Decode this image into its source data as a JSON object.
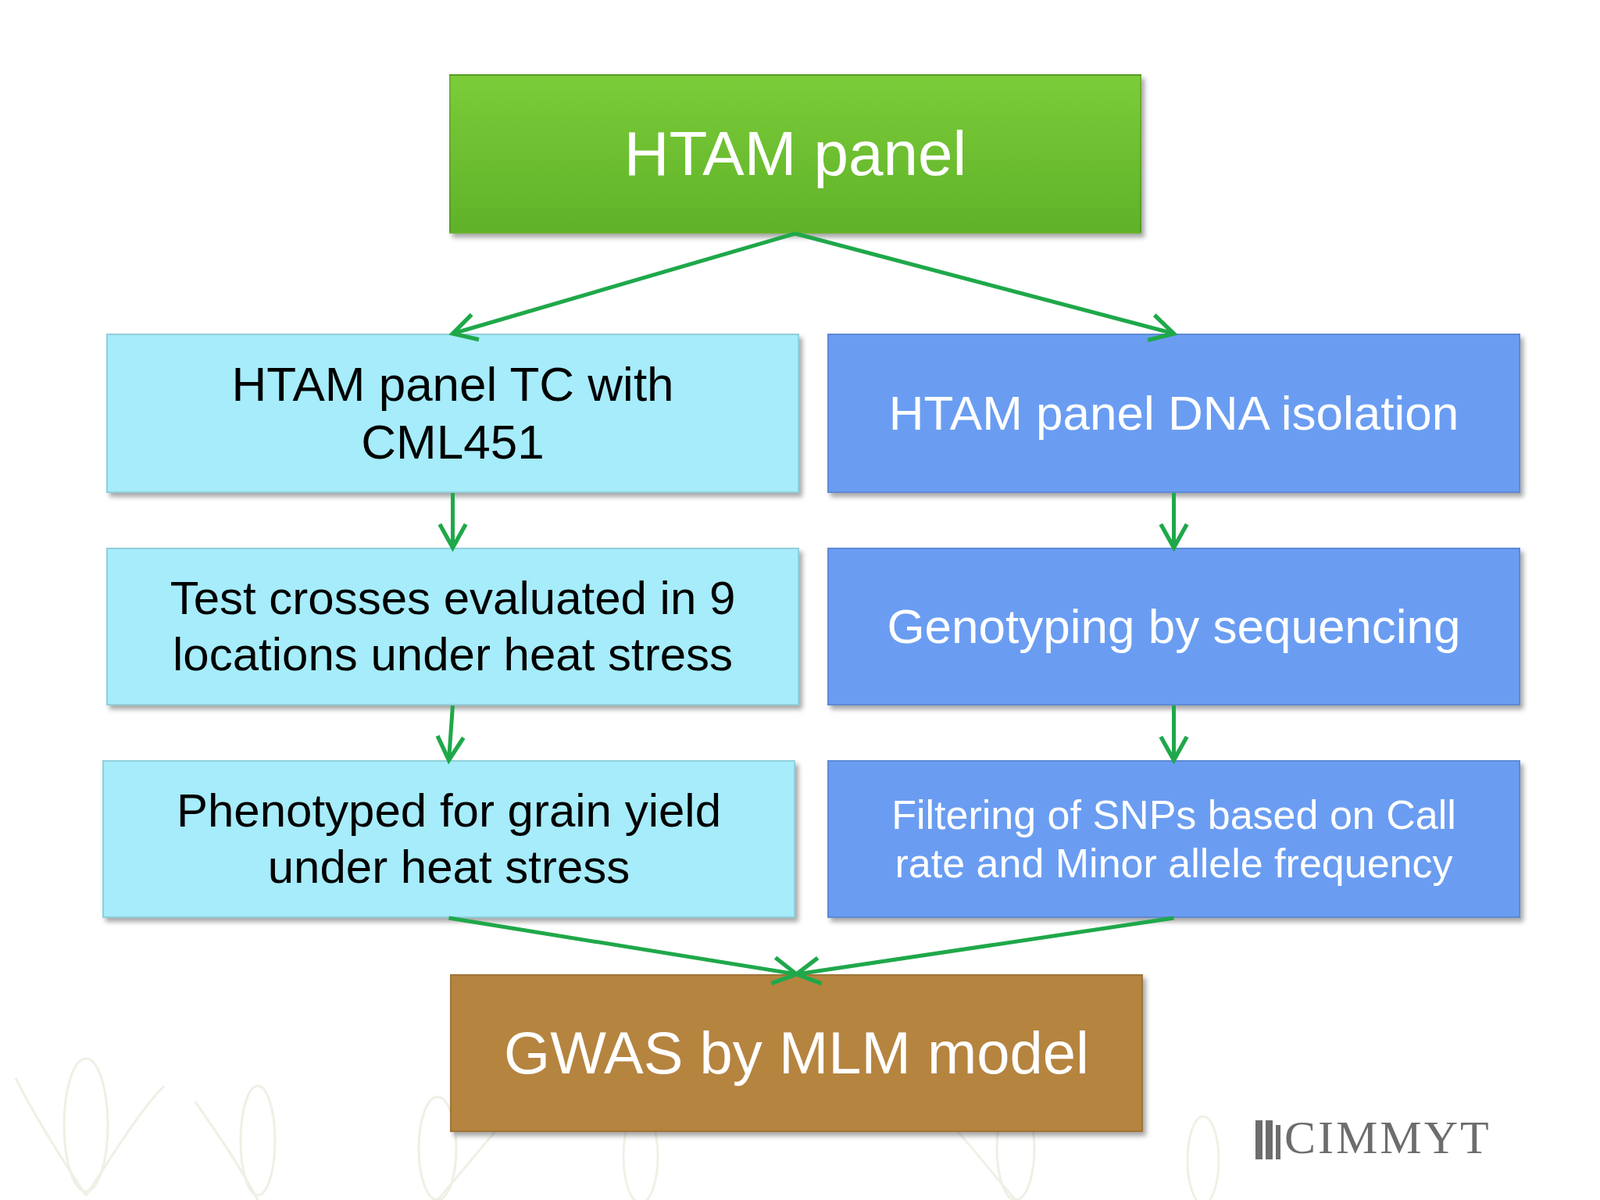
{
  "diagram": {
    "nodes": [
      {
        "text": [
          "HTAM panel"
        ]
      },
      {
        "text": [
          "HTAM panel TC with CML451"
        ]
      },
      {
        "text": [
          "HTAM panel DNA isolation"
        ]
      },
      {
        "text": [
          "Test crosses evaluated in 9 locations under heat stress"
        ]
      },
      {
        "text": [
          "Genotyping by sequencing"
        ]
      },
      {
        "text": [
          "Phenotyped for grain yield under heat stress"
        ]
      },
      {
        "text": [
          "Filtering of SNPs based on Call rate and Minor allele frequency"
        ]
      },
      {
        "text": [
          "GWAS by MLM model"
        ]
      }
    ],
    "edges": [
      {
        "from": 0,
        "to": 1,
        "arrow": "to"
      },
      {
        "from": 0,
        "to": 2,
        "arrow": "to"
      },
      {
        "from": 1,
        "to": 3,
        "arrow": "to"
      },
      {
        "from": 3,
        "to": 5,
        "arrow": "to"
      },
      {
        "from": 2,
        "to": 4,
        "arrow": "to"
      },
      {
        "from": 4,
        "to": 6,
        "arrow": "to"
      },
      {
        "from": 5,
        "to": 7,
        "arrow": "to"
      },
      {
        "from": 6,
        "to": 7,
        "arrow": "to"
      }
    ],
    "labels": [
      "CIMMYT"
    ]
  }
}
